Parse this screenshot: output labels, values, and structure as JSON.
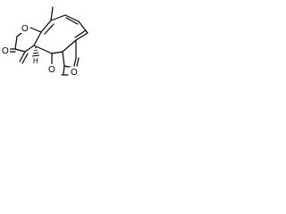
{
  "molecule": {
    "atoms": {
      "ring_oxygen_top": "O",
      "carbonyl_oxygen_left": "O",
      "bridge_oxygen": "O",
      "carbonyl_oxygen_right": "O",
      "stereo_hydrogen": "H"
    },
    "line_color": "#000000",
    "background": "#ffffff"
  }
}
